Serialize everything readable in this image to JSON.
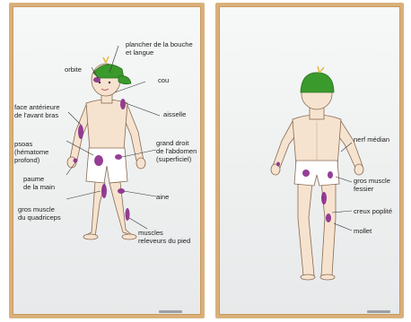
{
  "colors": {
    "frame": "#d9b07a",
    "board": "#f2f3f4",
    "cap": "#3a9a2c",
    "lesion": "#8a2a8a",
    "skin": "#f6e3cf"
  },
  "front": {
    "labels": {
      "plancher_1": "plancher de la bouche",
      "plancher_2": "et langue",
      "orbite": "orbite",
      "cou": "cou",
      "face_1": "face antérieure",
      "face_2": "de l'avant bras",
      "aisselle": "aisselle",
      "psoas_1": "psoas",
      "psoas_2": "(hématome",
      "psoas_3": "profond)",
      "grand_1": "grand droit",
      "grand_2": "de l'abdomen",
      "grand_3": "(superficiel)",
      "paume_1": "paume",
      "paume_2": "de la main",
      "aine": "aine",
      "quad_1": "gros muscle",
      "quad_2": "du quadriceps",
      "releveurs_1": "muscles",
      "releveurs_2": "releveurs du pied"
    }
  },
  "back": {
    "labels": {
      "nerf": "nerf médian",
      "fessier_1": "gros muscle",
      "fessier_2": "fessier",
      "creux": "creux poplité",
      "mollet": "mollet"
    }
  }
}
